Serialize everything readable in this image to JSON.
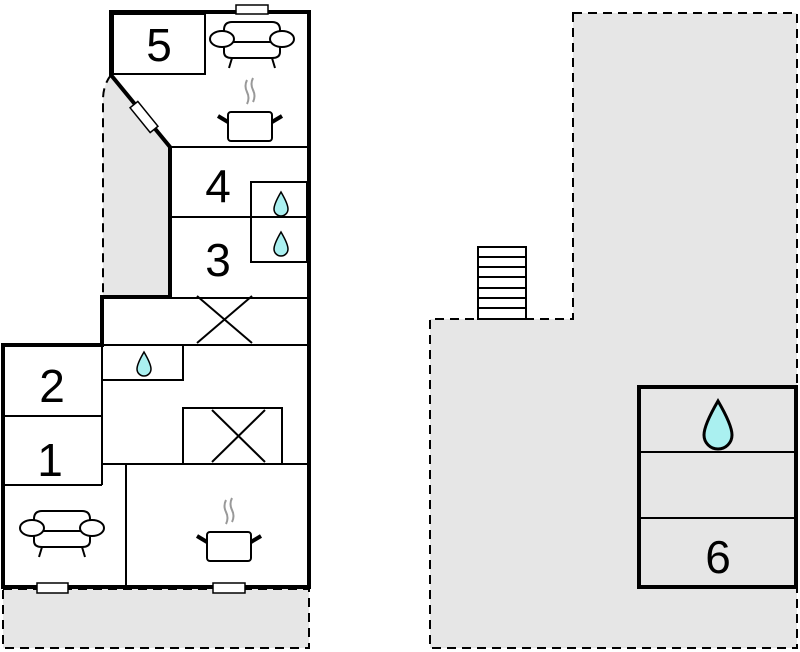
{
  "rooms": [
    {
      "label": "1",
      "icon": "bedroom"
    },
    {
      "label": "2",
      "icon": "bedroom"
    },
    {
      "label": "3",
      "icon": "bedroom"
    },
    {
      "label": "4",
      "icon": "bedroom"
    },
    {
      "label": "5",
      "icon": "bedroom"
    },
    {
      "label": "6",
      "icon": "bedroom"
    }
  ],
  "colors": {
    "terrace": "#e6e6e6",
    "water": "#aaf0f0",
    "wall": "#000000",
    "steam": "#999999"
  },
  "icons": [
    "sofa-icon",
    "kitchen-pot-icon",
    "bathroom-drop-icon",
    "stairs-icon",
    "window-icon"
  ]
}
